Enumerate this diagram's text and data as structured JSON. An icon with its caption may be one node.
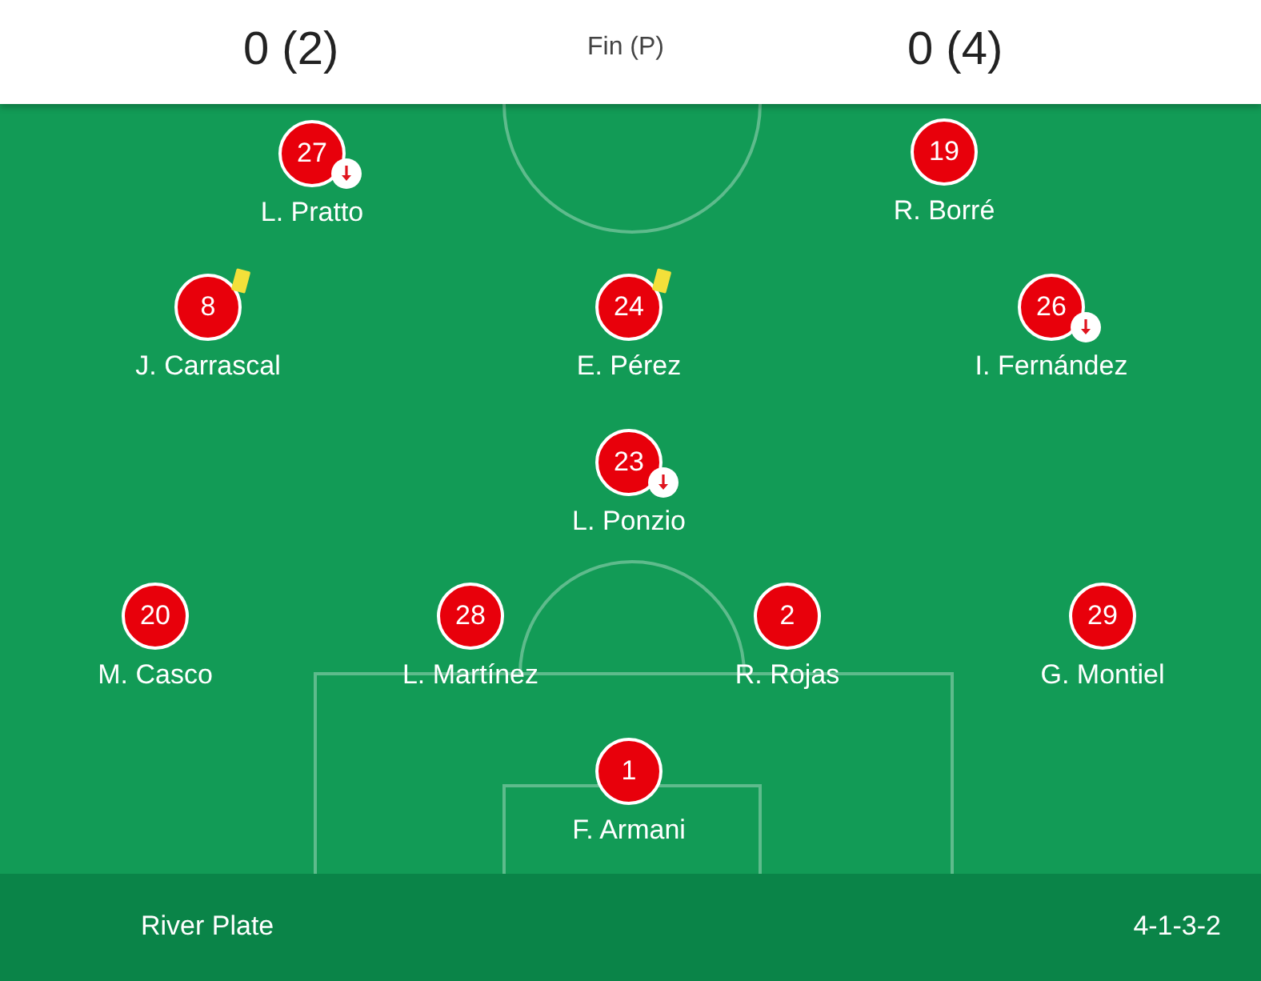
{
  "diagram": {
    "nodes": [
      {
        "text": [
          "27"
        ],
        "beside": [
          "L. Pratto"
        ]
      },
      {
        "text": [
          "19"
        ],
        "beside": [
          "R. Borré"
        ]
      },
      {
        "text": [
          "8"
        ],
        "beside": [
          "J. Carrascal"
        ]
      },
      {
        "text": [
          "24"
        ],
        "beside": [
          "E. Pérez"
        ]
      },
      {
        "text": [
          "26"
        ],
        "beside": [
          "I. Fernández"
        ]
      },
      {
        "text": [
          "23"
        ],
        "beside": [
          "L. Ponzio"
        ]
      },
      {
        "text": [
          "20"
        ],
        "beside": [
          "M. Casco"
        ]
      },
      {
        "text": [
          "28"
        ],
        "beside": [
          "L. Martínez"
        ]
      },
      {
        "text": [
          "2"
        ],
        "beside": [
          "R. Rojas"
        ]
      },
      {
        "text": [
          "29"
        ],
        "beside": [
          "G. Montiel"
        ]
      },
      {
        "text": [
          "1"
        ],
        "beside": [
          "F. Armani"
        ]
      }
    ],
    "labels": [
      "0 (2)",
      "Fin (P)",
      "0 (4)",
      "River Plate",
      "4-1-3-2"
    ]
  }
}
